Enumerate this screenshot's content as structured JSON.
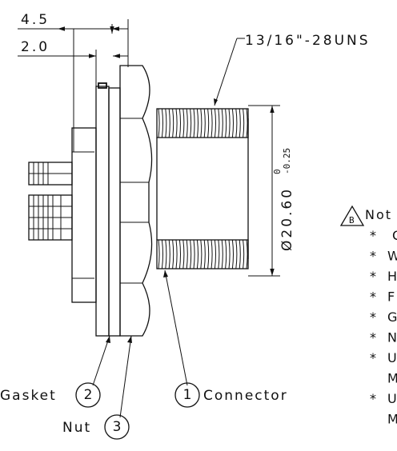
{
  "dimensions": {
    "overall_width": "4.5",
    "flange_width": "2.0",
    "thread_spec": "13/16\"-28UNS",
    "diameter": "Ø20.60",
    "tol_upper": "0",
    "tol_lower": "-0.25"
  },
  "callouts": [
    {
      "number": "1",
      "label": "Connector"
    },
    {
      "number": "2",
      "label": "Gasket"
    },
    {
      "number": "3",
      "label": "Nut"
    }
  ],
  "notes": {
    "revision_mark": "B",
    "title": "Not",
    "bullet": "*",
    "items": [
      "C",
      "W",
      "H",
      "F",
      "G",
      "N",
      "U",
      "M",
      "U",
      "M"
    ]
  },
  "colors": {
    "ink": "#111111",
    "background": "#ffffff"
  }
}
